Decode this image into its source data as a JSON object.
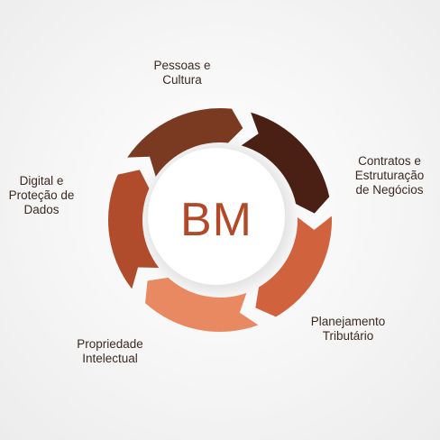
{
  "center": {
    "logo_text": "BM"
  },
  "segments": [
    {
      "id": "pessoas",
      "lines": [
        "Pessoas e",
        "Cultura"
      ],
      "color": "#7a3a22"
    },
    {
      "id": "contratos",
      "lines": [
        "Contratos e",
        "Estruturação",
        "de Negócios"
      ],
      "color": "#4a2014"
    },
    {
      "id": "planej",
      "lines": [
        "Planejamento",
        "Tributário"
      ],
      "color": "#d0633d"
    },
    {
      "id": "propr",
      "lines": [
        "Propriedade",
        "Intelectual"
      ],
      "color": "#e88961"
    },
    {
      "id": "digital",
      "lines": [
        "Digital e",
        "Proteção de",
        "Dados"
      ],
      "color": "#b04c2c"
    }
  ],
  "colors": {
    "logo": "#b24a2a",
    "inner_circle": "#ffffff",
    "page_bg": "#f2f2f2"
  }
}
